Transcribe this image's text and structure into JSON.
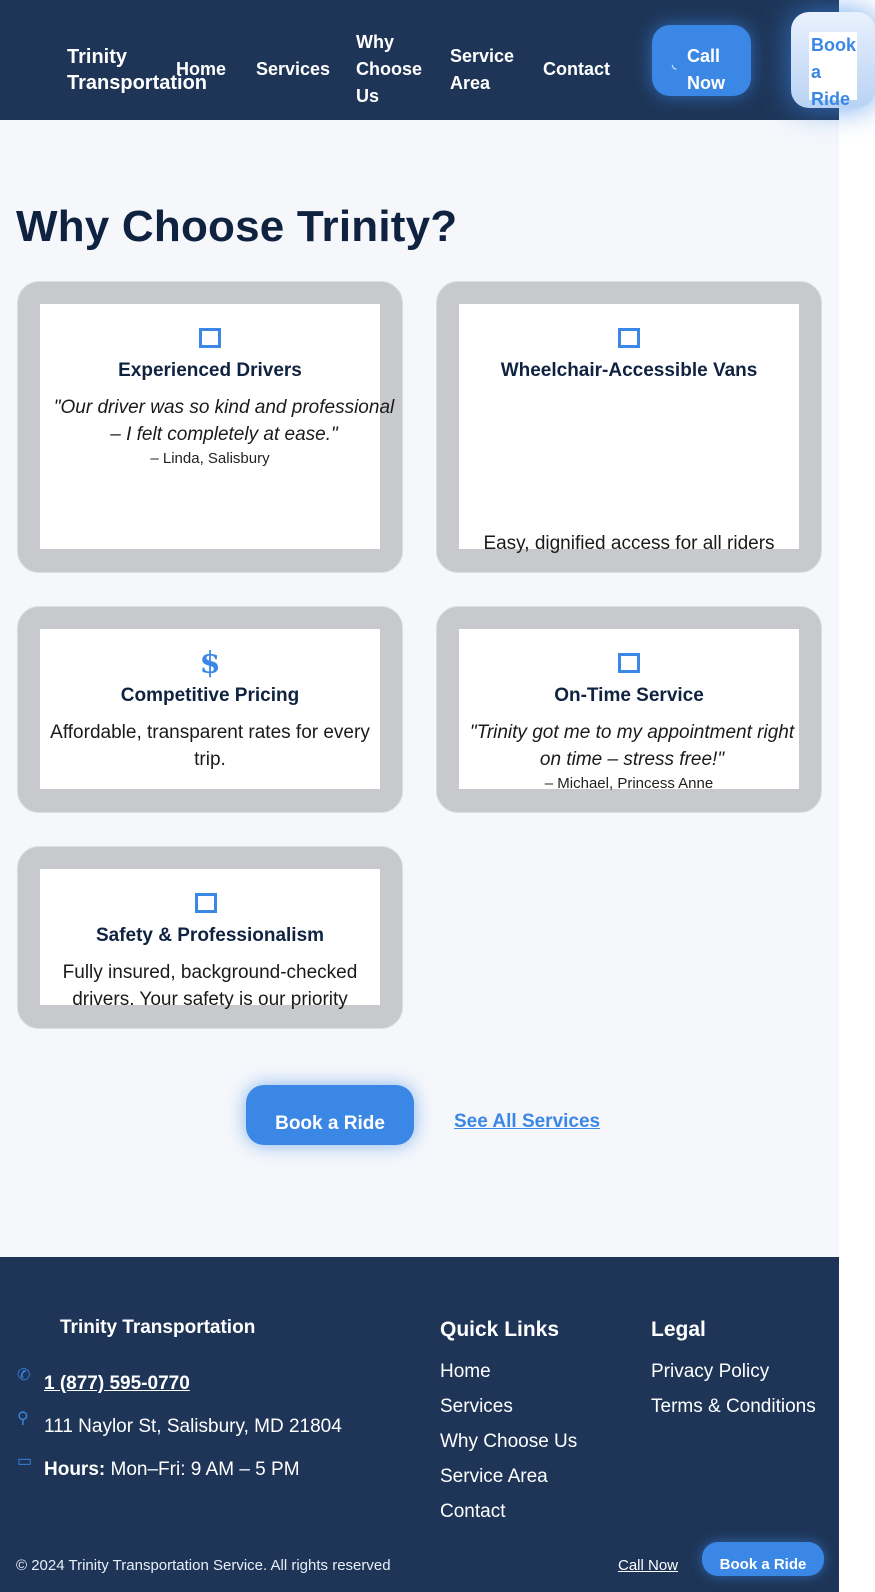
{
  "header": {
    "brand": "Trinity Transportation",
    "nav": [
      "Home",
      "Services",
      "Why Choose Us",
      "Service Area",
      "Contact"
    ],
    "call_label": "Call Now",
    "book_label": "Book a Ride"
  },
  "section": {
    "title": "Why Choose Trinity?",
    "cards": [
      {
        "icon": "square-icon",
        "title": "Experienced Drivers",
        "quote": "\"Our driver was so kind and professional – I felt completely at ease.\"",
        "author": "– Linda, Salisbury"
      },
      {
        "icon": "square-icon",
        "title": "Wheelchair-Accessible Vans",
        "text": "Easy, dignified access for all riders"
      },
      {
        "icon": "dollar-icon",
        "title": "Competitive Pricing",
        "text": "Affordable, transparent rates for every trip."
      },
      {
        "icon": "square-icon",
        "title": "On-Time Service",
        "quote": "\"Trinity got me to my appointment right on time – stress free!\"",
        "author": "– Michael, Princess Anne"
      },
      {
        "icon": "square-icon",
        "title": "Safety & Professionalism",
        "text": "Fully insured, background-checked drivers. Your safety is our priority"
      }
    ]
  },
  "cta": {
    "book_label": "Book a Ride",
    "services_label": "See All Services"
  },
  "footer": {
    "brand": "Trinity Transportation",
    "phone": "1 (877) 595-0770",
    "address": "111 Naylor St, Salisbury, MD 21804",
    "hours_label": "Hours:",
    "hours": "Mon–Fri: 9 AM – 5 PM",
    "quick_title": "Quick Links",
    "quick_links": [
      "Home",
      "Services",
      "Why Choose Us",
      "Service Area",
      "Contact"
    ],
    "legal_title": "Legal",
    "legal_links": [
      "Privacy Policy",
      "Terms & Conditions"
    ],
    "copyright": "© 2024 Trinity Transportation Service. All rights reserved",
    "call_label": "Call Now",
    "book_label": "Book a Ride"
  },
  "colors": {
    "navy": "#1e3557",
    "accent": "#3a87e6",
    "page_bg": "#f5f7fb",
    "card_frame": "#c8c9cd"
  }
}
